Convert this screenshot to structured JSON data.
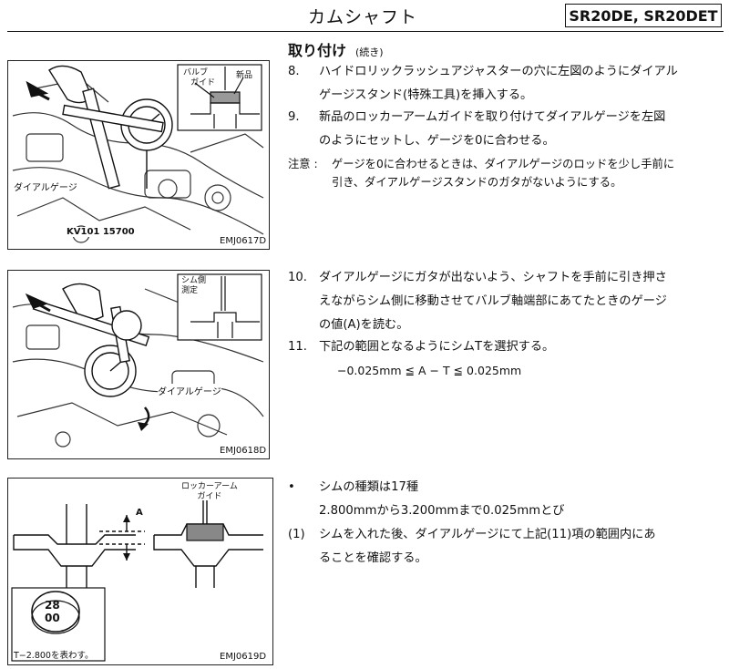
{
  "header": {
    "title": "カムシャフト",
    "model": "SR20DE, SR20DET"
  },
  "section": {
    "title": "取り付け",
    "subtitle": "(続き)"
  },
  "figures": [
    {
      "code": "EMJ0617D",
      "label_valve_guide": [
        "バルブ",
        "ガイド"
      ],
      "label_new": "新品",
      "label_dial_gauge": "ダイアルゲージ",
      "label_tool": "KV101 15700"
    },
    {
      "code": "EMJ0618D",
      "label_shim_side": [
        "シム側",
        "測定"
      ],
      "label_dial_gauge": "ダイアルゲージ"
    },
    {
      "code": "EMJ0619D",
      "label_rocker_guide": [
        "ロッカーアーム",
        "ガイド"
      ],
      "label_a": "A",
      "shim_marking": [
        "28",
        "00"
      ],
      "caption": "T−2.800を表わす。"
    }
  ],
  "steps": [
    {
      "num": "8.",
      "lines": [
        "ハイドロリックラッシュアジャスターの穴に左図のようにダイアル",
        "ゲージスタンド(特殊工具)を挿入する。"
      ]
    },
    {
      "num": "9.",
      "lines": [
        "新品のロッカーアームガイドを取り付けてダイアルゲージを左図",
        "のようにセットし、ゲージを0に合わせる。"
      ]
    },
    {
      "num": "10.",
      "lines": [
        "ダイアルゲージにガタが出ないよう、シャフトを手前に引き押さ",
        "えながらシム側に移動させてバルブ軸端部にあてたときのゲージ",
        "の値(A)を読む。"
      ]
    },
    {
      "num": "11.",
      "lines": [
        "下記の範囲となるようにシムTを選択する。"
      ]
    }
  ],
  "note": {
    "label": "注意 :",
    "lines": [
      "ゲージを0に合わせるときは、ダイアルゲージのロッドを少し手前に",
      "引き、ダイアルゲージスタンドのガタがないようにする。"
    ]
  },
  "formula": "−0.025mm ≦ A − T ≦ 0.025mm",
  "bullet": {
    "mark": "•",
    "lines": [
      "シムの種類は17種",
      "2.800mmから3.200mmまで0.025mmとび"
    ]
  },
  "item1": {
    "num": "(1)",
    "lines": [
      "シムを入れた後、ダイアルゲージにて上記(11)項の範囲内にあ",
      "ることを確認する。"
    ]
  }
}
